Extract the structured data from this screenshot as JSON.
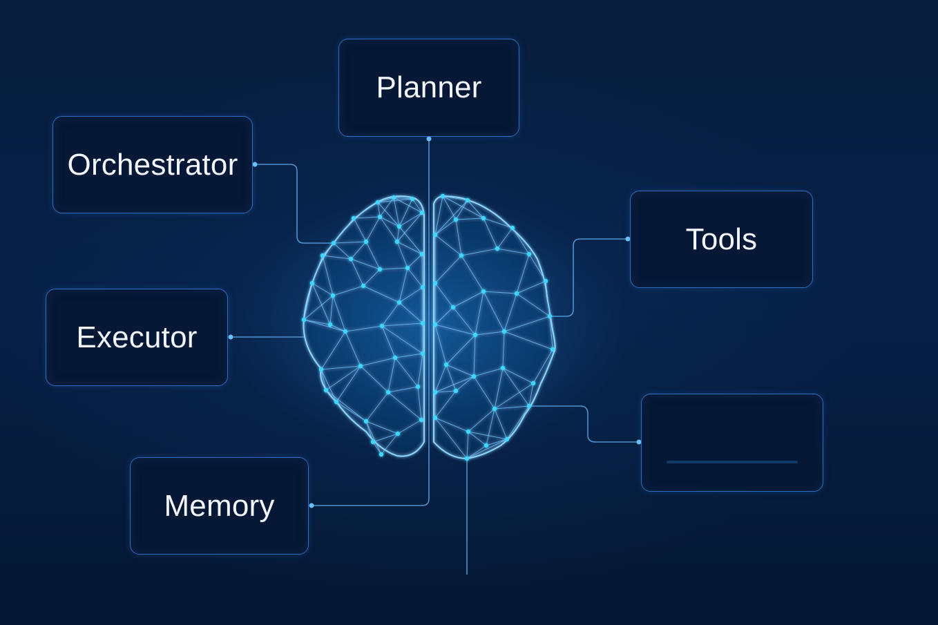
{
  "diagram": {
    "nodes": {
      "planner": {
        "label": "Planner"
      },
      "orchestrator": {
        "label": "Orchestrator"
      },
      "tools": {
        "label": "Tools"
      },
      "executor": {
        "label": "Executor"
      },
      "memory": {
        "label": "Memory"
      },
      "unlabeled": {
        "label": ""
      }
    }
  },
  "colors": {
    "background": "#06172f",
    "box_border": "#2f6ec0",
    "wire": "#5aa7e8",
    "brain_node": "#3fd6ff",
    "text": "#f2f6fb"
  }
}
